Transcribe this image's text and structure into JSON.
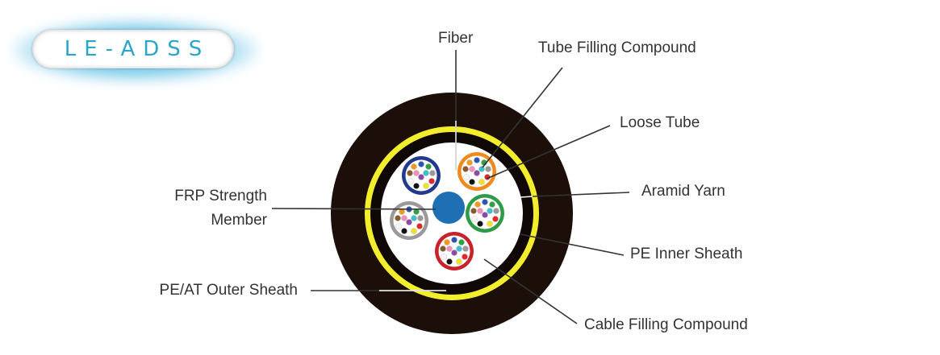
{
  "badge": {
    "text": "LE-ADSS"
  },
  "labels": {
    "fiber": "Fiber",
    "tube_filling_compound": "Tube Filling Compound",
    "loose_tube": "Loose Tube",
    "aramid_yarn": "Aramid Yarn",
    "frp_line1": "FRP Strength",
    "frp_line2": "Member",
    "pe_inner_sheath": "PE Inner Sheath",
    "pe_at_outer_sheath": "PE/AT Outer Sheath",
    "cable_filling_compound": "Cable Filling Compound"
  },
  "colors": {
    "outer_sheath": "#1c0f0a",
    "aramid_yarn": "#f2ee2e",
    "inner_sheath": "#0f0806",
    "core_fill": "#ffffff",
    "strength_member": "#1f6fb5",
    "badge_text": "#2aa6c8",
    "leader_line": "#333333"
  },
  "loose_tubes": [
    {
      "name": "blue-tube",
      "color": "#233a8c"
    },
    {
      "name": "orange-tube",
      "color": "#ef8a1e"
    },
    {
      "name": "green-tube",
      "color": "#2f9b49"
    },
    {
      "name": "red-tube",
      "color": "#c8232b"
    },
    {
      "name": "gray-tube",
      "color": "#9a9a9a"
    }
  ],
  "fiber_colors": [
    "#2a56b0",
    "#f39a1e",
    "#2fa043",
    "#8b5a2b",
    "#9a9a9a",
    "#f7f7f7",
    "#e02828",
    "#111111",
    "#f0e12a",
    "#8b4aa6",
    "#f08fb8",
    "#3fc1c9"
  ]
}
